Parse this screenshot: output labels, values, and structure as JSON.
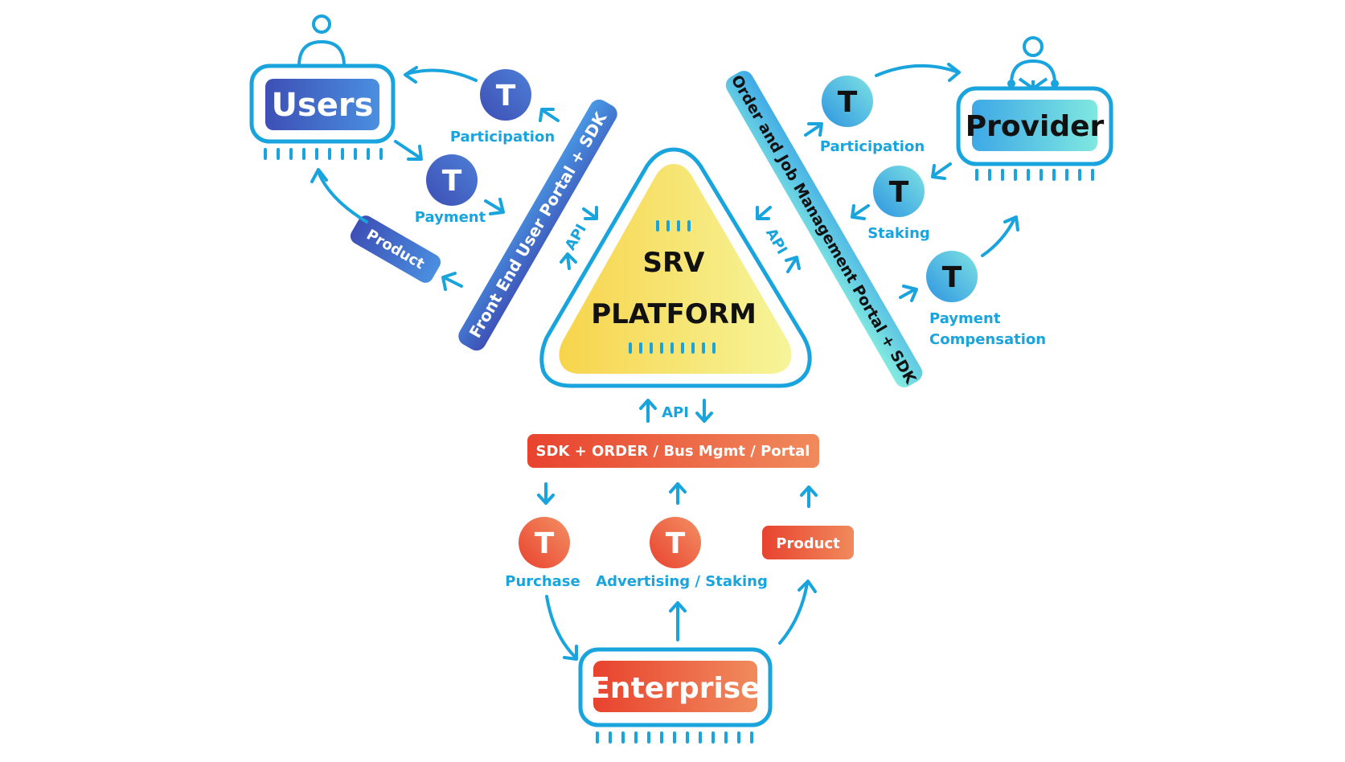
{
  "nodes": {
    "users": "Users",
    "provider": "Provider",
    "enterprise": "Enterprise",
    "platform_line1": "SRV",
    "platform_line2": "PLATFORM"
  },
  "bars": {
    "left": "Front End User Portal + SDK",
    "right": "Order and Job Management Portal + SDK",
    "bottom": "SDK + ORDER / Bus Mgmt / Portal"
  },
  "api_label": "API",
  "token_symbol": "T",
  "labels": {
    "users_participation": "Participation",
    "users_payment": "Payment",
    "users_product": "Product",
    "provider_participation": "Participation",
    "provider_staking": "Staking",
    "provider_payment_line1": "Payment",
    "provider_payment_line2": "Compensation",
    "enterprise_purchase": "Purchase",
    "enterprise_advertising": "Advertising / Staking",
    "enterprise_product": "Product"
  },
  "colors": {
    "accent": "#1aa4de",
    "users_gradient": [
      "#3d4fb5",
      "#4a8fe0"
    ],
    "provider_gradient": [
      "#3ea8e6",
      "#7fe8e0"
    ],
    "enterprise_gradient": [
      "#e8432e",
      "#f08a5d"
    ],
    "platform_gradient": [
      "#f7d44c",
      "#f6f59a"
    ]
  }
}
